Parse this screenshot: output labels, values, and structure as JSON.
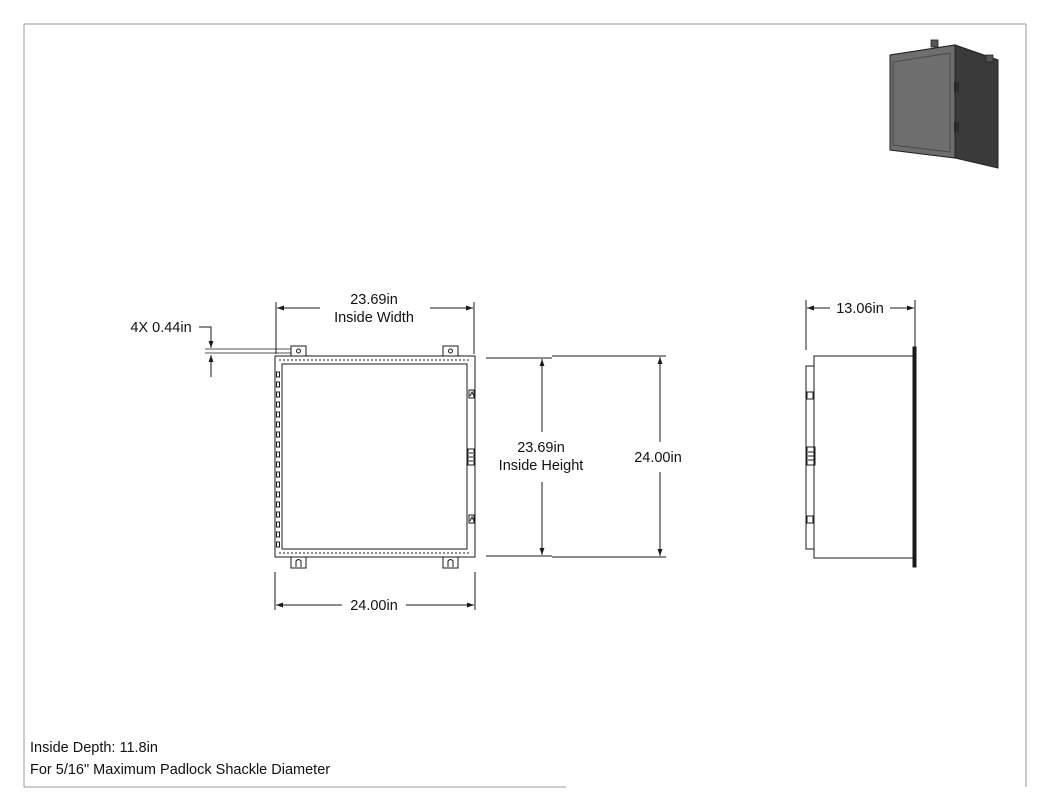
{
  "dimensions": {
    "mounting_hole": "4X 0.44in",
    "inside_width_value": "23.69in",
    "inside_width_label": "Inside Width",
    "inside_height_value": "23.69in",
    "inside_height_label": "Inside Height",
    "overall_height": "24.00in",
    "overall_width": "24.00in",
    "overall_depth": "13.06in"
  },
  "notes": {
    "inside_depth": "Inside Depth: 11.8in",
    "padlock": "For 5/16\" Maximum Padlock Shackle Diameter"
  },
  "colors": {
    "line": "#1a1a1a",
    "border": "#9a9a9a",
    "enclosure_front": "#6e6e6e",
    "enclosure_side": "#3a3a3a",
    "enclosure_top": "#8a8a8a"
  }
}
